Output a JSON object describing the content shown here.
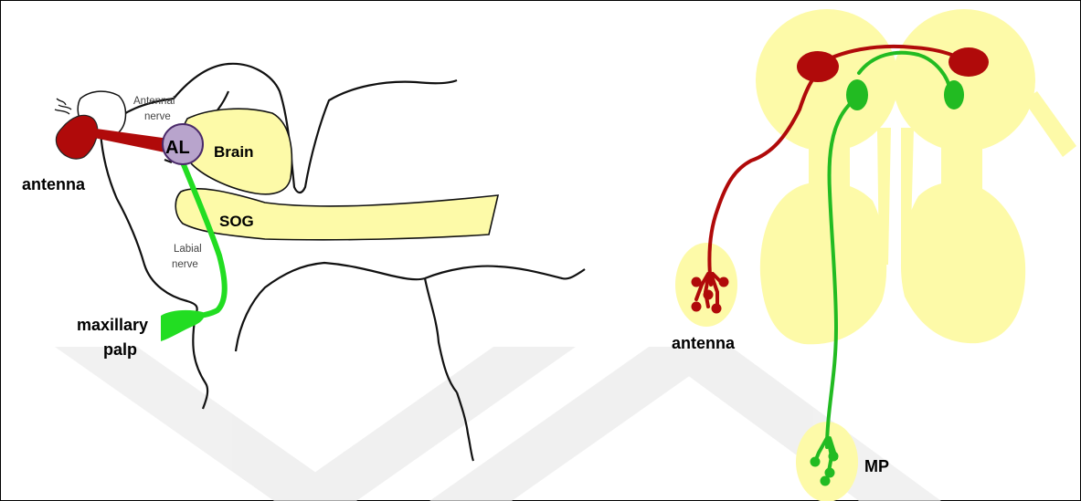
{
  "left_panel": {
    "antenna_label": "antenna",
    "antennal_nerve_line1": "Antennal",
    "antennal_nerve_line2": "nerve",
    "al_label": "AL",
    "brain_label": "Brain",
    "sog_label": "SOG",
    "labial_nerve_line1": "Labial",
    "labial_nerve_line2": "nerve",
    "maxillary_palp_line1": "maxillary",
    "maxillary_palp_line2": "palp"
  },
  "right_panel": {
    "antenna_label": "antenna",
    "mp_label": "MP"
  },
  "colors": {
    "brain_fill": "#fdfaa8",
    "antenna_red": "#b00a0a",
    "palp_green": "#22bb22",
    "al_purple": "#b8a4cc",
    "outline": "#111111"
  }
}
